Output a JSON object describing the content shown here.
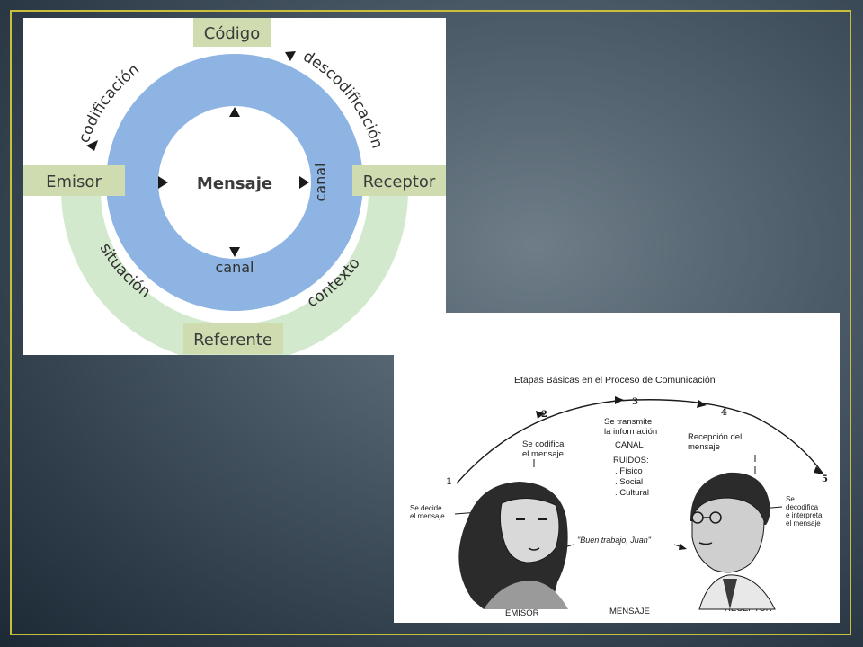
{
  "cycle_diagram": {
    "codigo": "Código",
    "emisor": "Emisor",
    "receptor": "Receptor",
    "referente": "Referente",
    "mensaje": "Mensaje",
    "canal_right": "canal",
    "canal_bottom": "canal",
    "codificacion": "codificación",
    "descodificacion": "descodificación",
    "situacion": "situación",
    "contexto": "contexto",
    "colors": {
      "blue_ring": "#8db4e2",
      "green_ring": "#d3e9cd",
      "label_box": "#cfdcb0"
    }
  },
  "stages_diagram": {
    "title": "Etapas Básicas en el Proceso de Comunicación",
    "steps": [
      "1",
      "2",
      "3",
      "4",
      "5"
    ],
    "step1_text": [
      "Se decide",
      "el mensaje"
    ],
    "step2_text": [
      "Se codifica",
      "el mensaje"
    ],
    "step3_text": [
      "Se transmite",
      "la información"
    ],
    "canal": "CANAL",
    "ruidos": "RUIDOS:",
    "ruidos_items": [
      ". Físico",
      ". Social",
      ". Cultural"
    ],
    "step4_text": [
      "Recepción del",
      "mensaje"
    ],
    "step5_text": [
      "Se",
      "decodifica",
      "e interpreta",
      "el mensaje"
    ],
    "quote": "\"Buen trabajo, Juan\"",
    "emisor": "EMISOR",
    "mensaje": "MENSAJE",
    "receptor": "RECEPTOR"
  }
}
